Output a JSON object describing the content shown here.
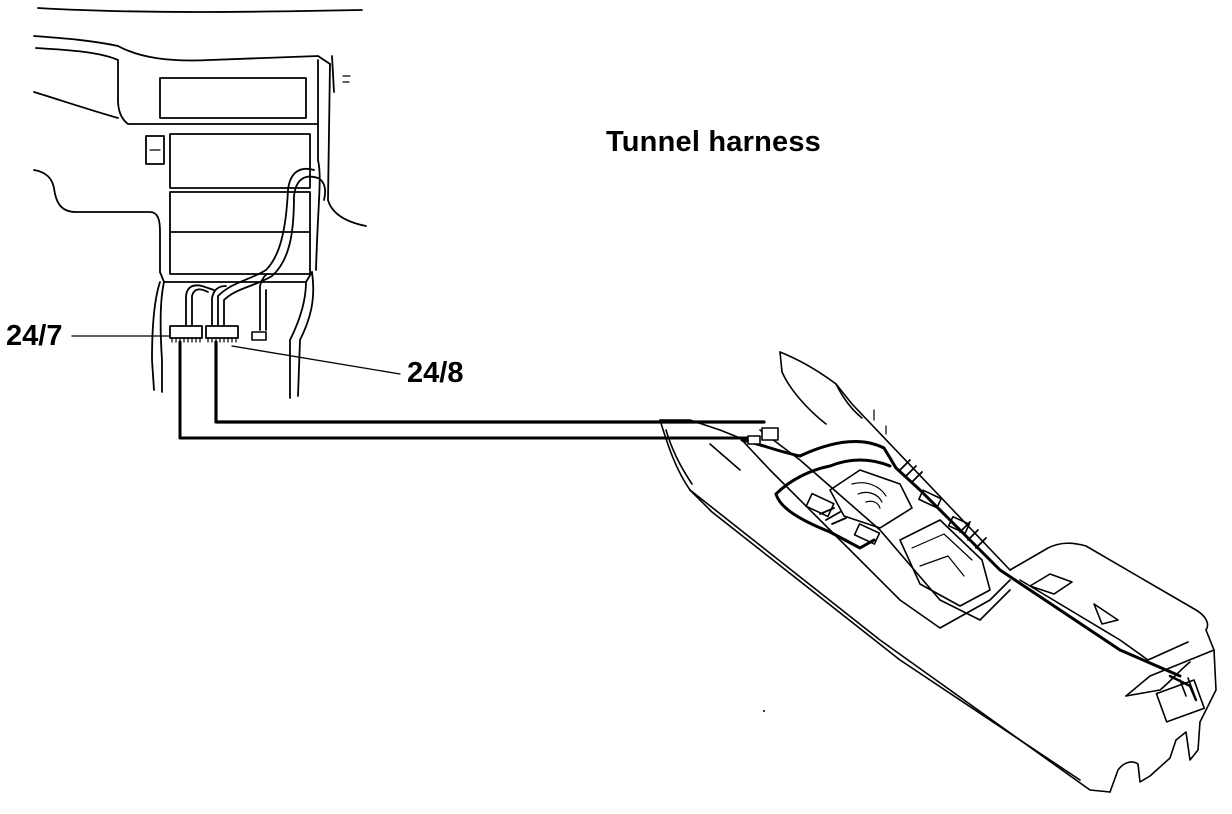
{
  "title": "Tunnel harness",
  "connectors": [
    {
      "id": "24/7",
      "label": "24/7"
    },
    {
      "id": "24/8",
      "label": "24/8"
    }
  ],
  "colors": {
    "ink": "#000000",
    "paper": "#ffffff"
  }
}
